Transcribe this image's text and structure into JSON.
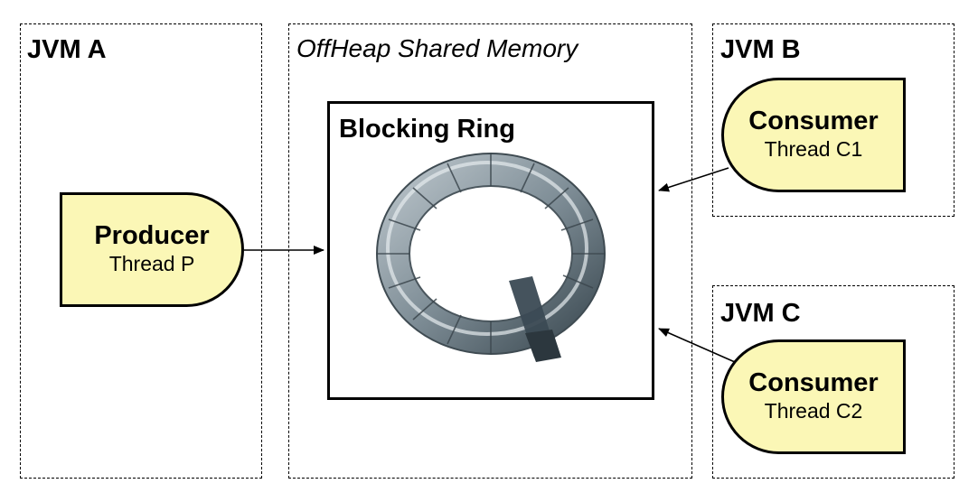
{
  "groups": {
    "jvm_a": {
      "label": "JVM A"
    },
    "shared_memory": {
      "label": "OffHeap Shared Memory"
    },
    "jvm_b": {
      "label": "JVM B"
    },
    "jvm_c": {
      "label": "JVM C"
    }
  },
  "ring": {
    "label": "Blocking Ring",
    "icon": "ring-buffer-torus-icon"
  },
  "nodes": {
    "producer": {
      "title": "Producer",
      "subtitle": "Thread P"
    },
    "consumer_c1": {
      "title": "Consumer",
      "subtitle": "Thread C1"
    },
    "consumer_c2": {
      "title": "Consumer",
      "subtitle": "Thread C2"
    }
  },
  "colors": {
    "node_fill": "#fbf7b6",
    "ring_icon": "#5f6f78",
    "line": "#000000"
  },
  "edges": [
    {
      "from": "Producer",
      "to": "Blocking Ring"
    },
    {
      "from": "Consumer (Thread C1)",
      "to": "Blocking Ring"
    },
    {
      "from": "Consumer (Thread C2)",
      "to": "Blocking Ring"
    }
  ]
}
